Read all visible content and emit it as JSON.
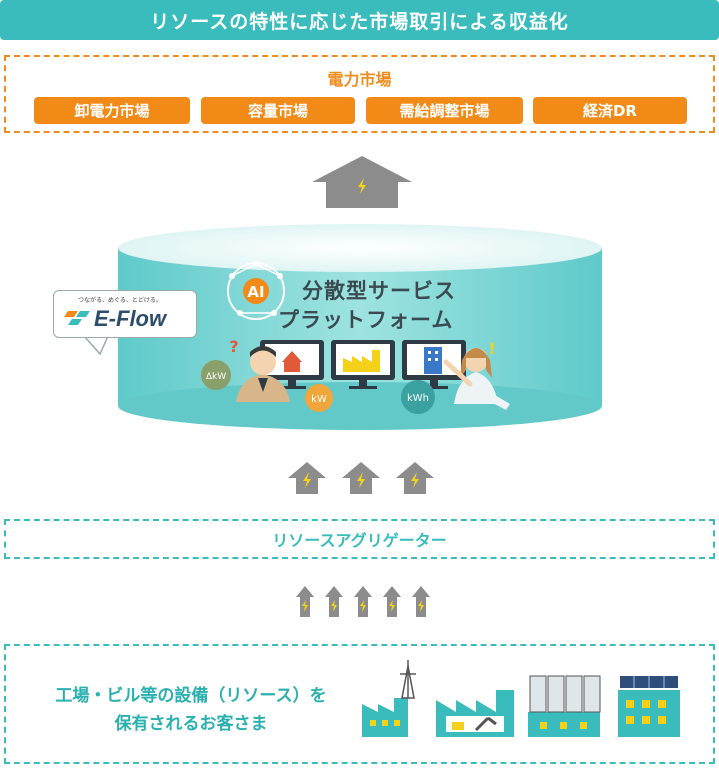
{
  "title": "リソースの特性に応じた市場取引による収益化",
  "market": {
    "heading": "電力市場",
    "items": [
      "卸電力市場",
      "容量市場",
      "需給調整市場",
      "経済DR"
    ]
  },
  "platform": {
    "line1": "分散型サービス",
    "line2": "プラットフォーム",
    "ai_label": "AI",
    "unit_dkw": "ΔkW",
    "unit_kw": "kW",
    "unit_kwh": "kWh",
    "question_mark": "?",
    "exclamation_mark": "!"
  },
  "eflow": {
    "tagline": "つながる、めぐる、とどける。",
    "logo": "E-Flow"
  },
  "aggregator": "リソースアグリゲーター",
  "customer": {
    "line1": "工場・ビル等の設備（リソース）を",
    "line2": "保有されるお客さま"
  },
  "colors": {
    "teal": "#3bbcbc",
    "orange": "#f28a17",
    "arrow_gray": "#8c8c8c",
    "bolt_yellow": "#f5d21a"
  }
}
